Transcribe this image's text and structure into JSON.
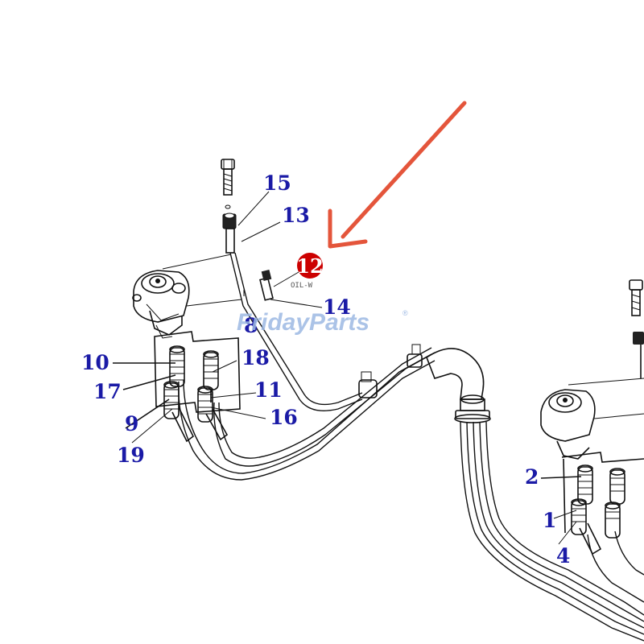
{
  "diagram": {
    "highlighted_callout": {
      "label": "12",
      "color": "#cc0000"
    },
    "arrow": {
      "color": "#e4553b"
    },
    "callouts": [
      {
        "id": "15",
        "label": "15"
      },
      {
        "id": "13",
        "label": "13"
      },
      {
        "id": "14",
        "label": "14"
      },
      {
        "id": "8",
        "label": "8"
      },
      {
        "id": "10",
        "label": "10"
      },
      {
        "id": "18",
        "label": "18"
      },
      {
        "id": "17",
        "label": "17"
      },
      {
        "id": "11",
        "label": "11"
      },
      {
        "id": "9",
        "label": "9"
      },
      {
        "id": "16",
        "label": "16"
      },
      {
        "id": "19",
        "label": "19"
      },
      {
        "id": "2",
        "label": "2"
      },
      {
        "id": "1",
        "label": "1"
      },
      {
        "id": "4",
        "label": "4"
      }
    ],
    "tag_text": "OIL-W",
    "callout_color": "#1a1aa6"
  },
  "watermark": {
    "text": "FridayParts",
    "mark": "®",
    "color": "#9db9e3"
  }
}
